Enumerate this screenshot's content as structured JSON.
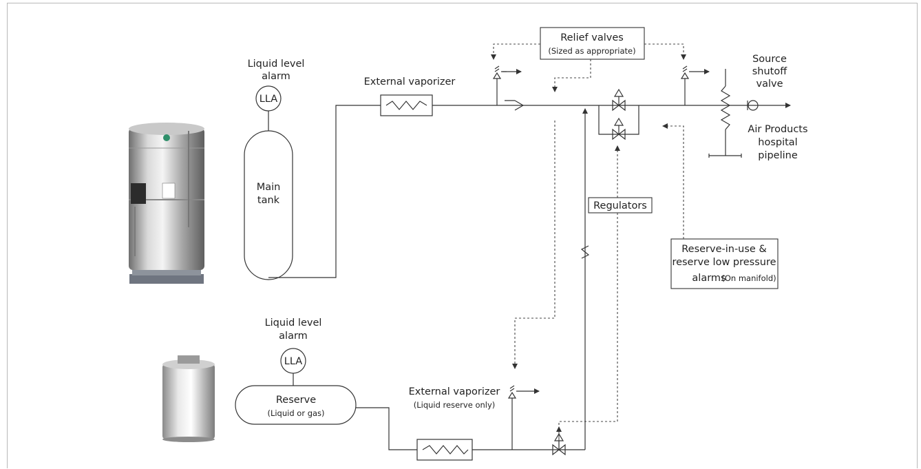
{
  "labels": {
    "main_lla_title_1": "Liquid level",
    "main_lla_title_2": "alarm",
    "lla": "LLA",
    "main_tank_1": "Main",
    "main_tank_2": "tank",
    "external_vaporizer_main": "External vaporizer",
    "relief_valves": "Relief valves",
    "relief_valves_note": "(Sized as appropriate)",
    "source_1": "Source",
    "source_2": "shutoff",
    "source_3": "valve",
    "air_1": "Air Products",
    "air_2": "hospital",
    "air_3": "pipeline",
    "regulators": "Regulators",
    "alarm_1": "Reserve-in-use &",
    "alarm_2": "reserve low pressure",
    "alarm_3": "alarms",
    "alarm_3_note": "(On manifold)",
    "reserve_lla_title_1": "Liquid level",
    "reserve_lla_title_2": "alarm",
    "reserve": "Reserve",
    "reserve_note": "(Liquid or gas)",
    "external_vaporizer_reserve": "External vaporizer",
    "external_vaporizer_reserve_note": "(Liquid reserve only)"
  }
}
